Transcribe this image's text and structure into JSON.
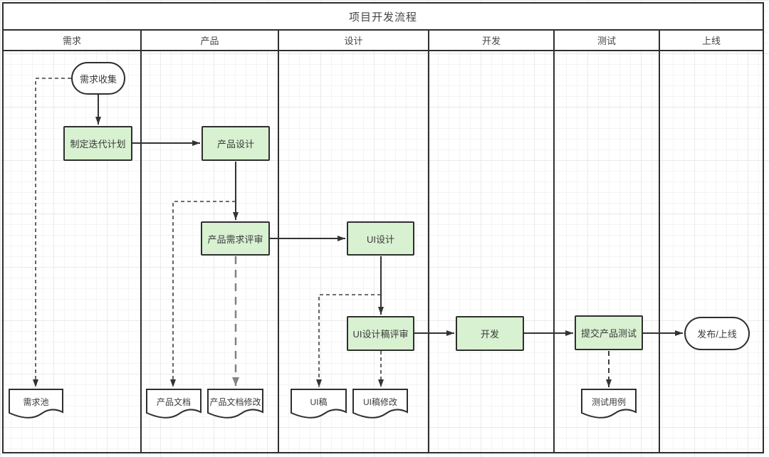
{
  "title": "项目开发流程",
  "lanes": [
    {
      "label": "需求"
    },
    {
      "label": "产品"
    },
    {
      "label": "设计"
    },
    {
      "label": "开发"
    },
    {
      "label": "测试"
    },
    {
      "label": "上线"
    }
  ],
  "nodes": {
    "collect": {
      "label": "需求收集",
      "type": "start"
    },
    "plan": {
      "label": "制定迭代计划",
      "type": "process"
    },
    "productDesign": {
      "label": "产品设计",
      "type": "process"
    },
    "reqReview": {
      "label": "产品需求评审",
      "type": "process"
    },
    "uiDesign": {
      "label": "UI设计",
      "type": "process"
    },
    "uiReview": {
      "label": "UI设计稿评审",
      "type": "process"
    },
    "dev": {
      "label": "开发",
      "type": "process"
    },
    "submitTest": {
      "label": "提交产品测试",
      "type": "process"
    },
    "release": {
      "label": "发布/上线",
      "type": "end"
    },
    "reqPool": {
      "label": "需求池",
      "type": "document"
    },
    "prodDoc": {
      "label": "产品文档",
      "type": "document"
    },
    "prodDocEdit": {
      "label": "产品文档修改",
      "type": "document"
    },
    "uiDraft": {
      "label": "UI稿",
      "type": "document"
    },
    "uiDraftEdit": {
      "label": "UI稿修改",
      "type": "document"
    },
    "testCase": {
      "label": "测试用例",
      "type": "document"
    }
  },
  "edges": [
    {
      "from": "collect",
      "to": "plan",
      "style": "solid"
    },
    {
      "from": "plan",
      "to": "productDesign",
      "style": "solid"
    },
    {
      "from": "productDesign",
      "to": "reqReview",
      "style": "solid"
    },
    {
      "from": "reqReview",
      "to": "uiDesign",
      "style": "solid"
    },
    {
      "from": "uiDesign",
      "to": "uiReview",
      "style": "solid"
    },
    {
      "from": "uiReview",
      "to": "dev",
      "style": "solid"
    },
    {
      "from": "dev",
      "to": "submitTest",
      "style": "solid"
    },
    {
      "from": "submitTest",
      "to": "release",
      "style": "solid"
    },
    {
      "from": "collect",
      "to": "reqPool",
      "style": "dashed"
    },
    {
      "from": "productDesign",
      "to": "prodDoc",
      "style": "dashed"
    },
    {
      "from": "reqReview",
      "to": "prodDocEdit",
      "style": "dashed-gray"
    },
    {
      "from": "uiDesign",
      "to": "uiDraft",
      "style": "dashed"
    },
    {
      "from": "uiReview",
      "to": "uiDraftEdit",
      "style": "dashed"
    },
    {
      "from": "submitTest",
      "to": "testCase",
      "style": "dashed"
    }
  ],
  "colors": {
    "node_fill": "#d8f1d1",
    "shape_border": "#2f2f2f",
    "connector": "#333333",
    "connector_gray": "#828282",
    "grid_minor": "#f4f4f4",
    "grid_major": "#e9e9e9"
  }
}
